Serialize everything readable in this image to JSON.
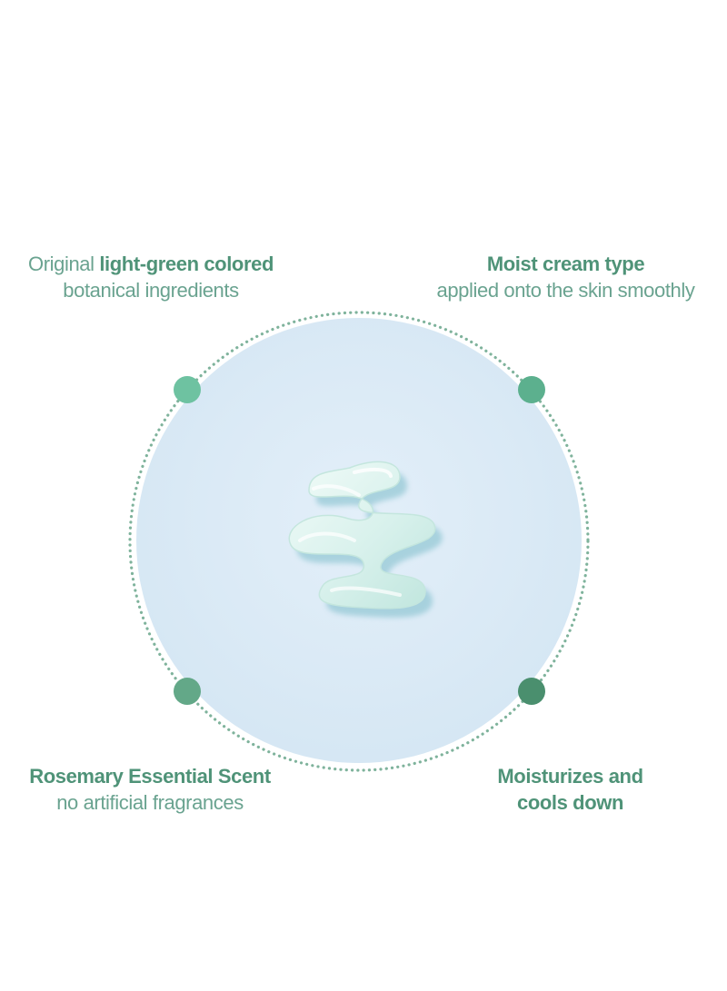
{
  "features": {
    "top_left": {
      "line1_prefix": "Original",
      "line1_bold": "light-green colored",
      "line2": "botanical ingredients"
    },
    "top_right": {
      "line1_bold": "Moist cream type",
      "line2": "applied onto the skin smoothly"
    },
    "bottom_left": {
      "line1_bold": "Rosemary Essential Scent",
      "line2": "no artificial fragrances"
    },
    "bottom_right": {
      "line1_bold": "Moisturizes and",
      "line2_bold": "cools down"
    }
  },
  "colors": {
    "accent_text": "#4f9378",
    "dot_top_left": "#6ec2a1",
    "dot_top_right": "#5cb08e",
    "dot_bottom_left": "#63a888",
    "dot_bottom_right": "#4a8f6e",
    "ring": "#7fb39c",
    "circle_fill": "#d9e9f5",
    "cream": "#d8f1ec"
  },
  "icons": {
    "product": "cream-swatch-image"
  }
}
